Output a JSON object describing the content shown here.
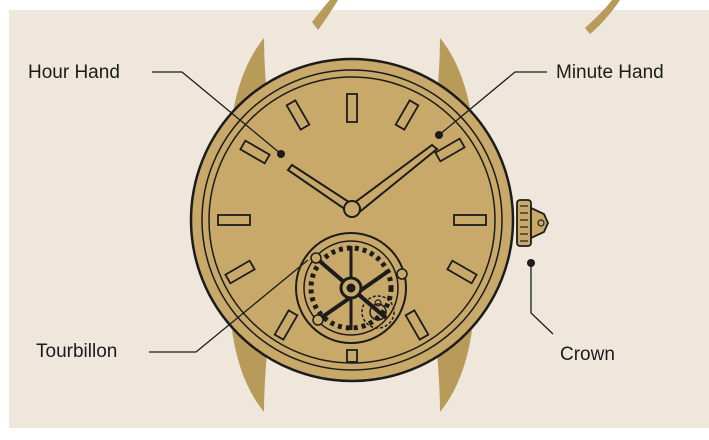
{
  "labels": {
    "hour_hand": "Hour Hand",
    "minute_hand": "Minute Hand",
    "tourbillon": "Tourbillon",
    "crown": "Crown"
  },
  "colors": {
    "background": "#efe7dc",
    "gold": "#c8a96a",
    "gold_dark": "#b89b58",
    "outline": "#1c1c1c"
  }
}
